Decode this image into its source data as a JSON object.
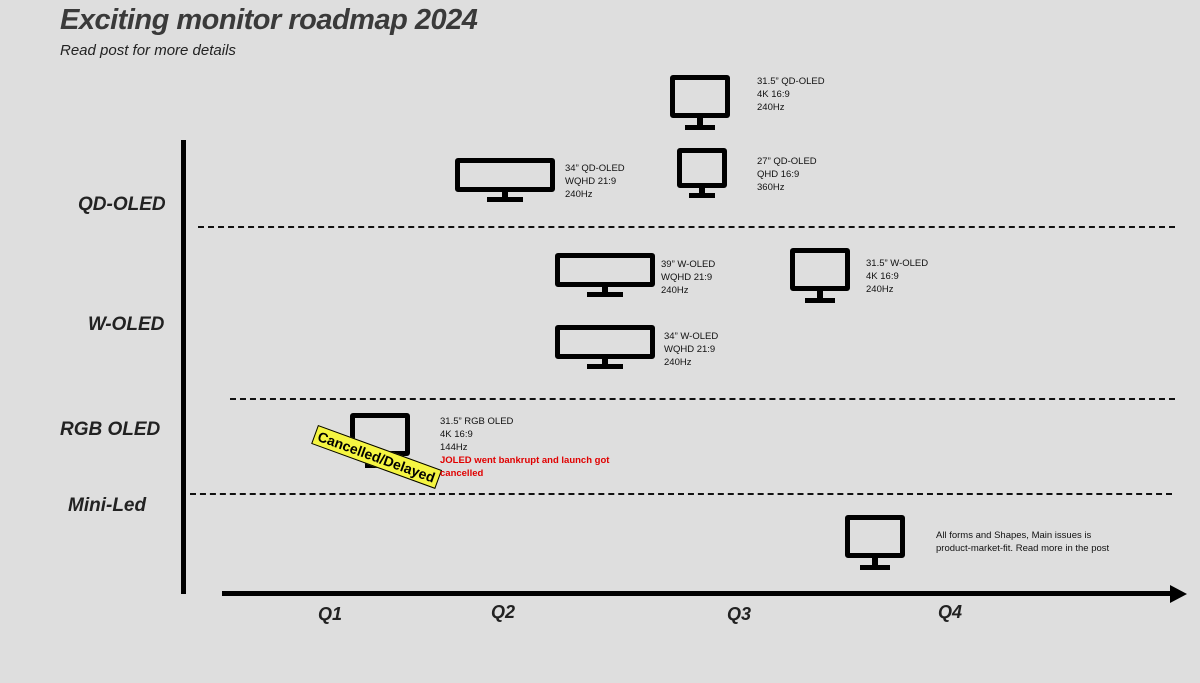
{
  "title": "Exciting monitor roadmap 2024",
  "subtitle": "Read post for more details",
  "rows": [
    "QD-OLED",
    "W-OLED",
    "RGB OLED",
    "Mini-Led"
  ],
  "quarters": [
    "Q1",
    "Q2",
    "Q3",
    "Q4"
  ],
  "monitors": [
    {
      "lines": [
        "31.5” QD-OLED",
        "4K 16:9",
        "240Hz"
      ]
    },
    {
      "lines": [
        "27” QD-OLED",
        "QHD 16:9",
        "360Hz"
      ]
    },
    {
      "lines": [
        "34” QD-OLED",
        "WQHD 21:9",
        "240Hz"
      ]
    },
    {
      "lines": [
        "39” W-OLED",
        "WQHD 21:9",
        "240Hz"
      ]
    },
    {
      "lines": [
        "31.5” W-OLED",
        "4K  16:9",
        "240Hz"
      ]
    },
    {
      "lines": [
        "34” W-OLED",
        "WQHD 21:9",
        "240Hz"
      ]
    },
    {
      "lines": [
        "31.5” RGB OLED",
        "4K 16:9",
        "144Hz"
      ],
      "note": "JOLED went bankrupt and launch got",
      "note2": "cancelled",
      "stamp": "Cancelled/Delayed"
    },
    {
      "lines": [
        "All forms and Shapes, Main issues is",
        "product-market-fit. Read more in the post"
      ]
    }
  ],
  "colors": {
    "background": "#dedede",
    "note": "#e00000",
    "stamp": "#f5f542"
  }
}
